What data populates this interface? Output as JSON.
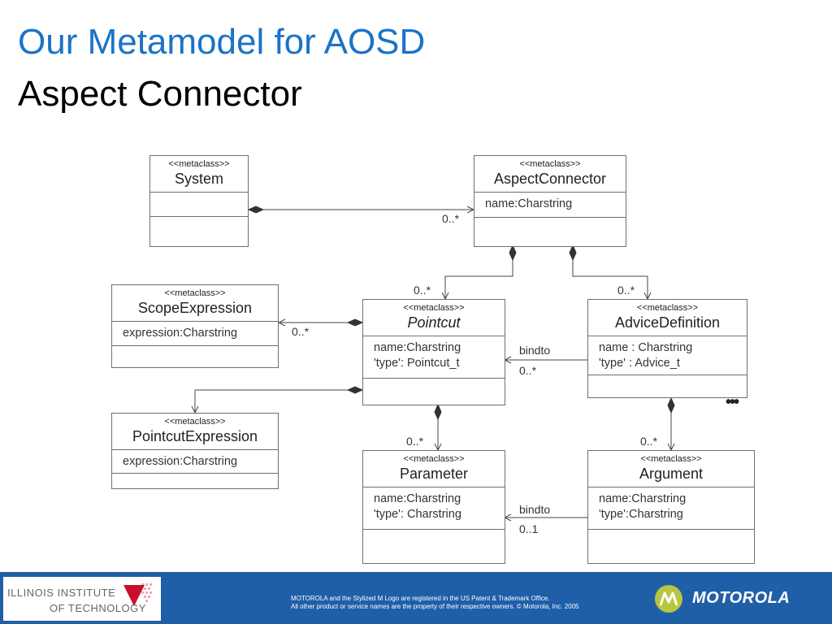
{
  "slide": {
    "title": "Our Metamodel for AOSD",
    "subtitle": "Aspect Connector"
  },
  "classes": {
    "system": {
      "stereotype": "<<metaclass>>",
      "name": "System"
    },
    "aspect_connector": {
      "stereotype": "<<metaclass>>",
      "name": "AspectConnector",
      "attributes": [
        "name:Charstring"
      ]
    },
    "scope_expression": {
      "stereotype": "<<metaclass>>",
      "name": "ScopeExpression",
      "attributes": [
        "expression:Charstring"
      ]
    },
    "pointcut": {
      "stereotype": "<<metaclass>>",
      "name": "Pointcut",
      "attributes": [
        "name:Charstring",
        "'type': Pointcut_t"
      ]
    },
    "advice_definition": {
      "stereotype": "<<metaclass>>",
      "name": "AdviceDefinition",
      "attributes": [
        "name : Charstring",
        "'type' : Advice_t"
      ]
    },
    "pointcut_expression": {
      "stereotype": "<<metaclass>>",
      "name": "PointcutExpression",
      "attributes": [
        "expression:Charstring"
      ]
    },
    "parameter": {
      "stereotype": "<<metaclass>>",
      "name": "Parameter",
      "attributes": [
        "name:Charstring",
        "'type': Charstring"
      ]
    },
    "argument": {
      "stereotype": "<<metaclass>>",
      "name": "Argument",
      "attributes": [
        "name:Charstring",
        "'type':Charstring"
      ]
    }
  },
  "labels": {
    "system_to_aspect_mult": "0..*",
    "aspect_to_pointcut_mult": "0..*",
    "aspect_to_advice_mult": "0..*",
    "pointcut_to_scope_mult": "0..*",
    "advice_bindto": "bindto",
    "advice_bindto_mult": "0..*",
    "pointcut_to_parameter_mult": "0..*",
    "advice_to_argument_mult": "0..*",
    "argument_bindto": "bindto",
    "argument_bindto_mult": "0..1",
    "more_marker": "•••"
  },
  "footer": {
    "institution_line1": "ILLINOIS INSTITUTE",
    "institution_line2": "OF TECHNOLOGY",
    "legal_line1": "MOTOROLA and the Stylized M Logo are registered in the US Patent & Trademark Office.",
    "legal_line2": "All other product or service names are the property of their respective owners. © Motorola, Inc. 2005",
    "brand": "MOTOROLA",
    "colors": {
      "title_blue": "#1a73c8",
      "footer_blue": "#1f5fa8",
      "motorola_logo_green": "#b6c640",
      "iit_red": "#c8102e"
    }
  }
}
